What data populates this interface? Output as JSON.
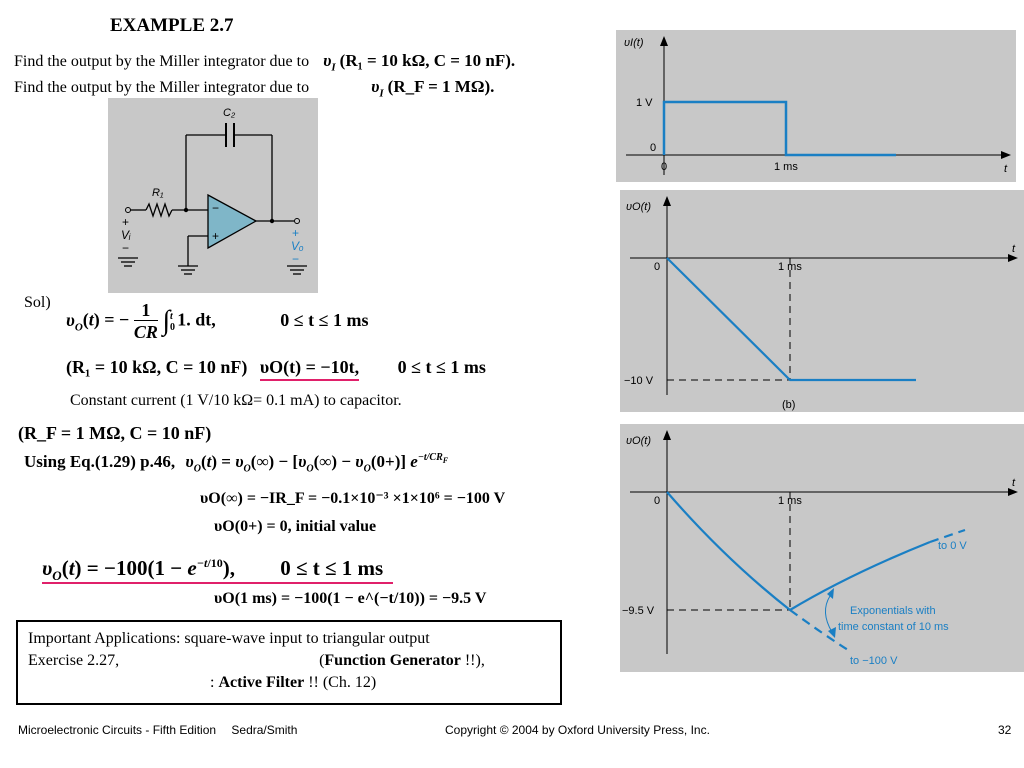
{
  "slide": {
    "title": "EXAMPLE 2.7",
    "lead_text": "Find the output by the Miller integrator due to",
    "case1_params": "(R₁ = 10 kΩ, C = 10 nF).",
    "case2_params": "(R_F = 1 MΩ).",
    "sol_label": "Sol)",
    "eq1_rhs": "1. dt,",
    "eq1_range": "0 ≤ t ≤ 1 ms",
    "eq2_cond": "(R₁ = 10 kΩ, C = 10 nF)",
    "eq2_result": "υO(t) = −10t,",
    "eq2_range": "0 ≤ t ≤ 1 ms",
    "const_current": "Constant current (1 V/10 kΩ= 0.1 mA) to capacitor.",
    "case3_cond": "(R_F = 1 MΩ, C = 10 nF)",
    "using_eq": "Using Eq.(1.29) p.46,",
    "eq_inf": "υO(∞) = −IR_F = −0.1×10⁻³ ×1×10⁶ = −100 V",
    "eq_zero": "υO(0+) = 0,  initial value",
    "eq_final_range": "0 ≤ t ≤ 1 ms",
    "eq_1ms": "υO(1 ms) = −100(1 − e^(−t/10)) = −9.5 V"
  },
  "note": {
    "line1": "Important Applications: square-wave input to triangular output",
    "line2_left": "Exercise 2.27,",
    "line2_right_bold": "Function Generator",
    "line2_right_tail": " !!),",
    "line3_prefix": ": ",
    "line3_bold": "Active Filter",
    "line3_tail": " !! (Ch. 12)"
  },
  "footer": {
    "book": "Microelectronic Circuits - Fifth Edition",
    "authors": "Sedra/Smith",
    "copyright": "Copyright © 2004 by Oxford University Press, Inc.",
    "page": "32"
  },
  "circuit": {
    "cap_label": "C₂",
    "res_label": "R₁",
    "vi_label": "Vᵢ",
    "vo_label": "Vₒ",
    "plus": "+",
    "minus": "−"
  },
  "graph_input": {
    "ylabel": "υI(t)",
    "xlabel": "t",
    "y_tick": "1 V",
    "origin_y": "0",
    "origin_x": "0",
    "x_tick": "1 ms"
  },
  "graph_b": {
    "ylabel": "υO(t)",
    "xlabel": "t",
    "origin": "0",
    "x_tick": "1 ms",
    "y_tick": "−10 V",
    "caption": "(b)"
  },
  "graph_c": {
    "ylabel": "υO(t)",
    "xlabel": "t",
    "origin": "0",
    "x_tick": "1 ms",
    "y_tick": "−9.5 V",
    "to_0": "to 0 V",
    "expo_line1": "Exponentials with",
    "expo_line2": "time constant of 10 ms",
    "to_minus100": "to −100 V"
  },
  "colors": {
    "trace": "#1a7fc4",
    "panel": "#c8c8c8",
    "accent": "#e0206a",
    "opamp": "#7fb6c8"
  }
}
